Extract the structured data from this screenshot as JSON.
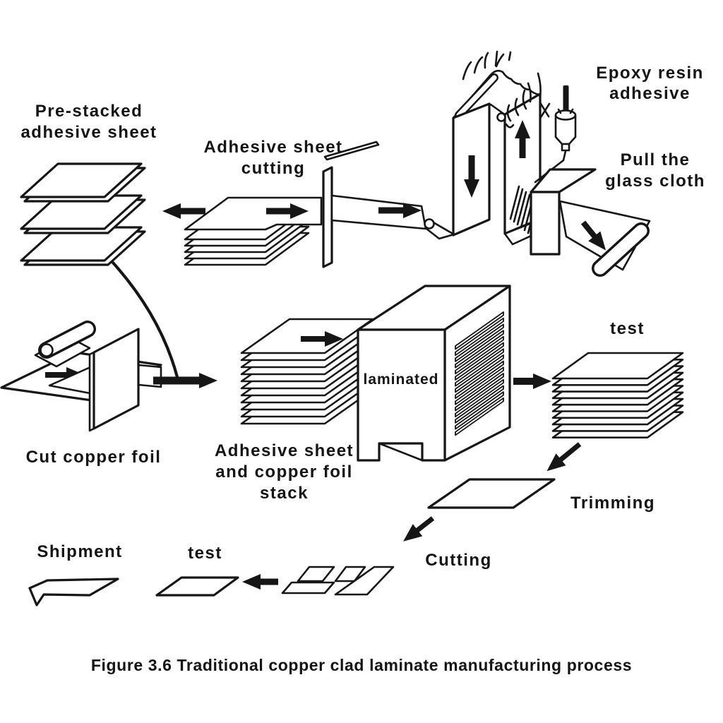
{
  "caption": "Figure 3.6 Traditional copper clad laminate manufacturing process",
  "labels": {
    "pre_stacked_adhesive_sheet": "Pre-stacked\nadhesive sheet",
    "adhesive_sheet_cutting": "Adhesive sheet\ncutting",
    "epoxy_resin_adhesive": "Epoxy resin\nadhesive",
    "pull_the_glass_cloth": "Pull the\nglass cloth",
    "laminated": "laminated",
    "test_after_lamination": "test",
    "cut_copper_foil": "Cut copper foil",
    "adhesive_sheet_and_copper_foil_stack": "Adhesive sheet\nand copper foil\nstack",
    "trimming": "Trimming",
    "cutting": "Cutting",
    "test_after_cutting": "test",
    "shipment": "Shipment"
  },
  "colors": {
    "ink": "#161616",
    "background": "#ffffff"
  }
}
